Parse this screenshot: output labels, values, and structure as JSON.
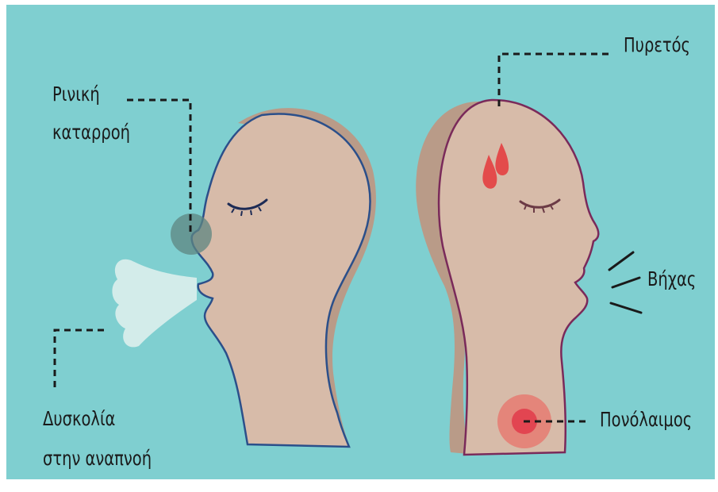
{
  "labels": {
    "runny_nose_line1": "Ρινική",
    "runny_nose_line2": "καταρροή",
    "fever": "Πυρετός",
    "cough": "Βήχας",
    "breathing_line1": "Δυσκολία",
    "breathing_line2": "στην αναπνοή",
    "sore_throat": "Πονόλαιμος"
  },
  "colors": {
    "background": "#7fcfd0",
    "skin": "#d7bba9",
    "skin_shadow": "#b99b88",
    "left_outline": "#2b4f8a",
    "right_outline": "#7a2a5a",
    "fever_drop": "#e34b4b",
    "throat_glow": "#e8736b",
    "nose_highlight": "#5e8582",
    "breath": "#d3ecea",
    "leader_line": "#1a1a1a"
  }
}
